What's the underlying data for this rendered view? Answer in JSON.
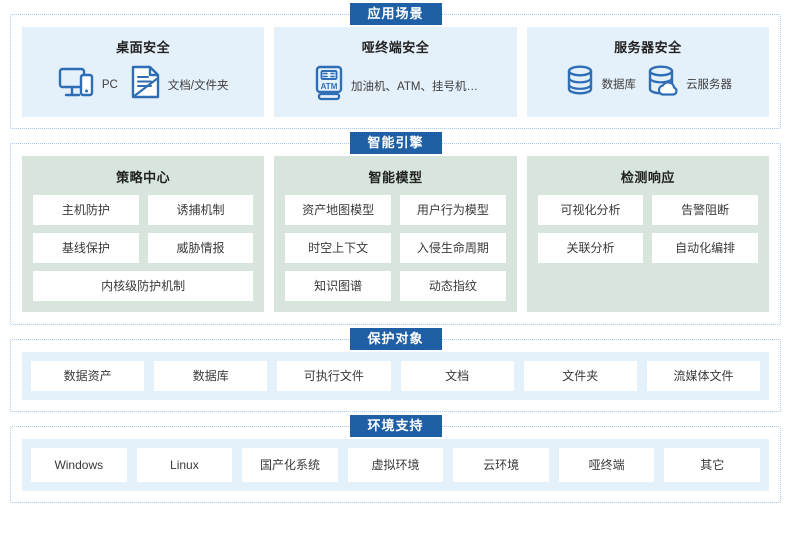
{
  "sections": [
    {
      "badge": "应用场景",
      "scenes": [
        {
          "title": "桌面安全",
          "items": [
            {
              "icon": "monitor-phone-icon",
              "label": "PC"
            },
            {
              "icon": "document-icon",
              "label": "文档/文件夹"
            }
          ]
        },
        {
          "title": "哑终端安全",
          "items": [
            {
              "icon": "atm-kiosk-icon",
              "label": "加油机、ATM、挂号机…"
            }
          ]
        },
        {
          "title": "服务器安全",
          "items": [
            {
              "icon": "database-icon",
              "label": "数据库"
            },
            {
              "icon": "cloud-database-icon",
              "label": "云服务器"
            }
          ]
        }
      ]
    },
    {
      "badge": "智能引擎",
      "panels": [
        {
          "title": "策略中心",
          "rows": [
            [
              "主机防护",
              "诱捕机制"
            ],
            [
              "基线保护",
              "威胁情报"
            ],
            [
              "内核级防护机制"
            ]
          ]
        },
        {
          "title": "智能模型",
          "rows": [
            [
              "资产地图模型",
              "用户行为模型"
            ],
            [
              "时空上下文",
              "入侵生命周期"
            ],
            [
              "知识图谱",
              "动态指纹"
            ]
          ]
        },
        {
          "title": "检测响应",
          "rows": [
            [
              "可视化分析",
              "告警阻断"
            ],
            [
              "关联分析",
              "自动化编排"
            ]
          ]
        }
      ]
    },
    {
      "badge": "保护对象",
      "chips": [
        "数据资产",
        "数据库",
        "可执行文件",
        "文档",
        "文件夹",
        "流媒体文件"
      ]
    },
    {
      "badge": "环境支持",
      "chips": [
        "Windows",
        "Linux",
        "国产化系统",
        "虚拟环境",
        "云环境",
        "哑终端",
        "其它"
      ]
    }
  ],
  "colors": {
    "badge_blue": "#1f5fa6",
    "panel_blue": "#e4f0fa",
    "panel_green": "#d8e5dd",
    "dotted_border": "#a9c7e8",
    "icon_blue": "#2f6db5",
    "card_white": "#ffffff"
  }
}
